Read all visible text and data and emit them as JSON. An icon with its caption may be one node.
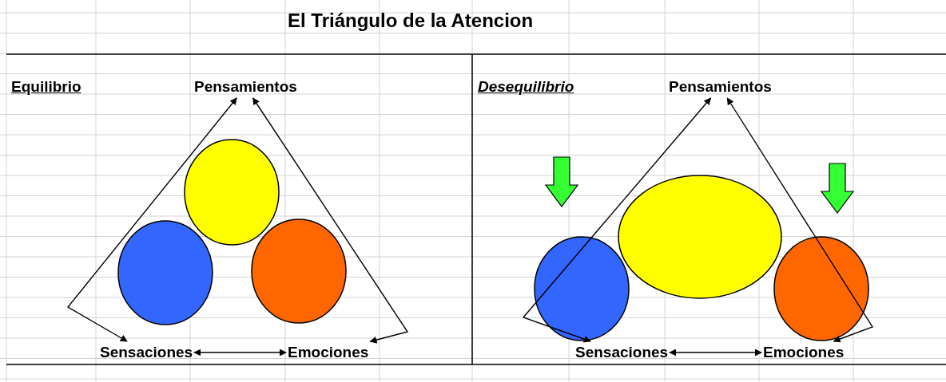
{
  "diagram": {
    "title": "El Triángulo de la Atencion",
    "nodes": [
      {
        "text": [
          "Pensamientos"
        ]
      },
      {
        "text": [
          "Sensaciones"
        ]
      },
      {
        "text": [
          "Emociones"
        ]
      },
      {
        "text": [
          "Pensamientos"
        ]
      },
      {
        "text": [
          "Sensaciones"
        ]
      },
      {
        "text": [
          "Emociones"
        ]
      }
    ],
    "edges": [
      {
        "from": 0,
        "to": 1,
        "arrow": "both"
      },
      {
        "from": 0,
        "to": 2,
        "arrow": "both"
      },
      {
        "from": 1,
        "to": 2,
        "arrow": "both"
      },
      {
        "from": 3,
        "to": 4,
        "arrow": "both"
      },
      {
        "from": 3,
        "to": 5,
        "arrow": "both"
      },
      {
        "from": 4,
        "to": 5,
        "arrow": "both"
      }
    ],
    "labels": [
      "Equilibrio",
      "Desequilibrio"
    ]
  }
}
